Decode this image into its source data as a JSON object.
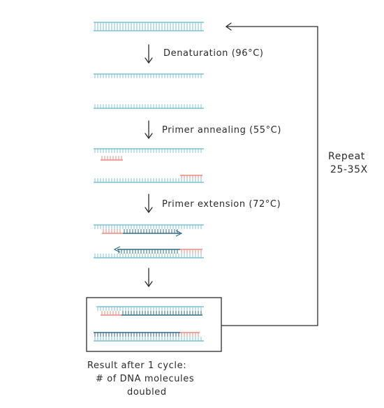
{
  "colors": {
    "template": "#7cc3d6",
    "primer": "#e98b80",
    "extended": "#2f6b84",
    "ink": "#2b2b2b"
  },
  "steps": {
    "denaturation": "Denaturation (96°C)",
    "annealing": "Primer annealing (55°C)",
    "extension": "Primer extension (72°C)"
  },
  "repeat": {
    "line1": "Repeat",
    "line2": "25-35X"
  },
  "result": {
    "line1": "Result after 1 cycle:",
    "line2": "# of DNA molecules",
    "line3": "doubled"
  },
  "icons": {
    "flow_arrow": "down-arrow-icon",
    "loop_arrow": "left-arrow-icon"
  }
}
